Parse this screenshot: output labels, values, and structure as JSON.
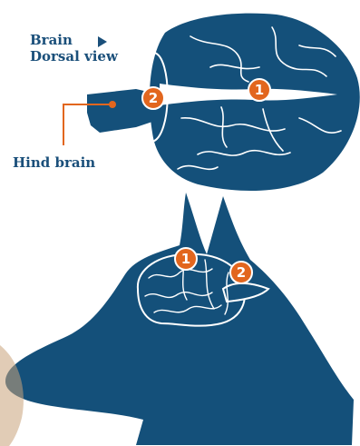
{
  "diagram": {
    "title_line1": "Brain",
    "title_line2": "Dorsal view",
    "hind_label": "Hind brain",
    "markers": {
      "cerebrum_top": "1",
      "cerebellum_top": "2",
      "cerebrum_side": "1",
      "cerebellum_side": "2"
    },
    "colors": {
      "brain_blue": "#14507a",
      "accent_orange": "#e2661e",
      "label_blue": "#1a4f7a",
      "fold_line": "#ffffff"
    },
    "icons": [
      "right-triangle-arrow-icon"
    ]
  }
}
